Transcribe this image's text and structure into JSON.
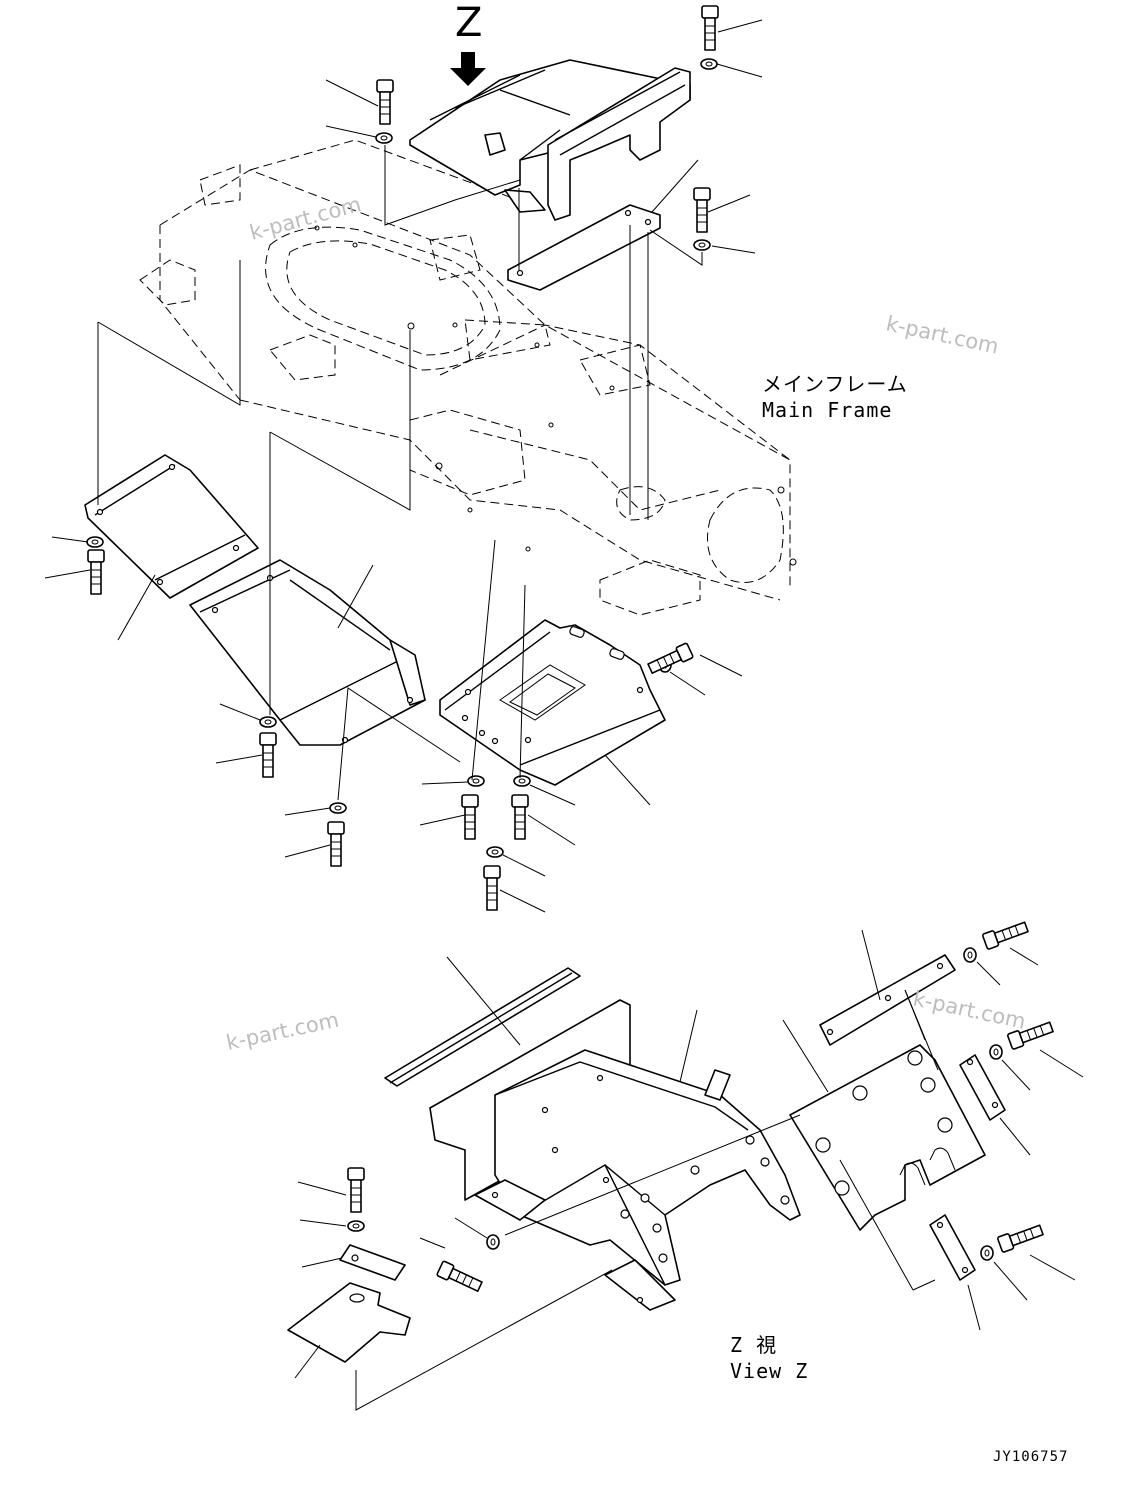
{
  "view_marker": "Z",
  "main_frame": {
    "label_jp": "メインフレーム",
    "label_en": "Main Frame"
  },
  "view_z": {
    "label_jp": "Z 視",
    "label_en": "View Z"
  },
  "drawing_code": "JY106757",
  "watermarks": [
    "k-part.com",
    "k-part.com",
    "k-part.com",
    "k-part.com"
  ]
}
